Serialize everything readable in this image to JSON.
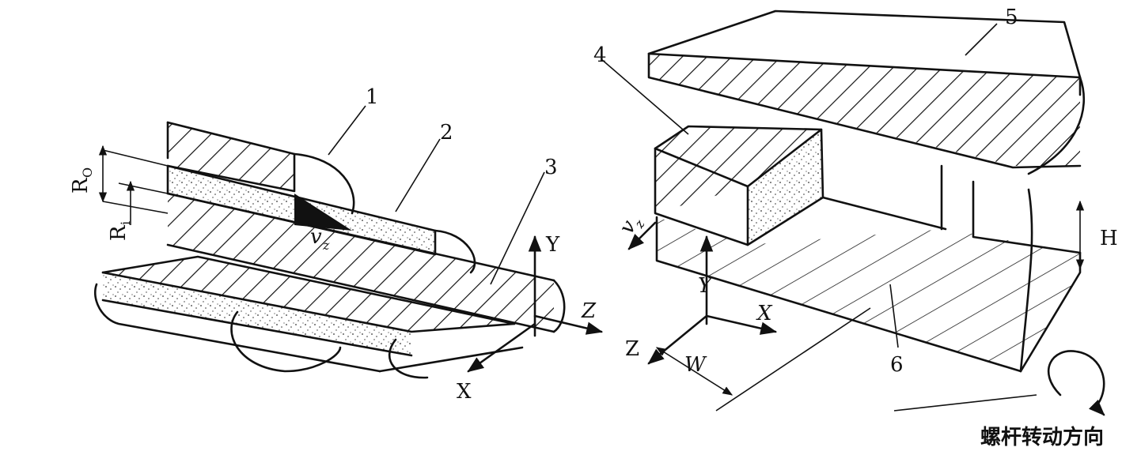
{
  "left_diagram": {
    "part_labels": [
      "1",
      "2",
      "3"
    ],
    "radius_outer_label": "R",
    "radius_outer_sub": "O",
    "radius_inner_label": "R",
    "radius_inner_sub": "i",
    "velocity_label": "v",
    "velocity_sub": "z",
    "axes": {
      "y": "Y",
      "z": "Z",
      "x": "X"
    }
  },
  "right_diagram": {
    "part_labels": [
      "4",
      "5",
      "6"
    ],
    "velocity_label": "v",
    "velocity_sub": "z",
    "height_label": "H",
    "width_label": "W",
    "axes": {
      "y": "Y",
      "x": "X",
      "z": "Z"
    }
  },
  "caption": "螺杆转动方向"
}
